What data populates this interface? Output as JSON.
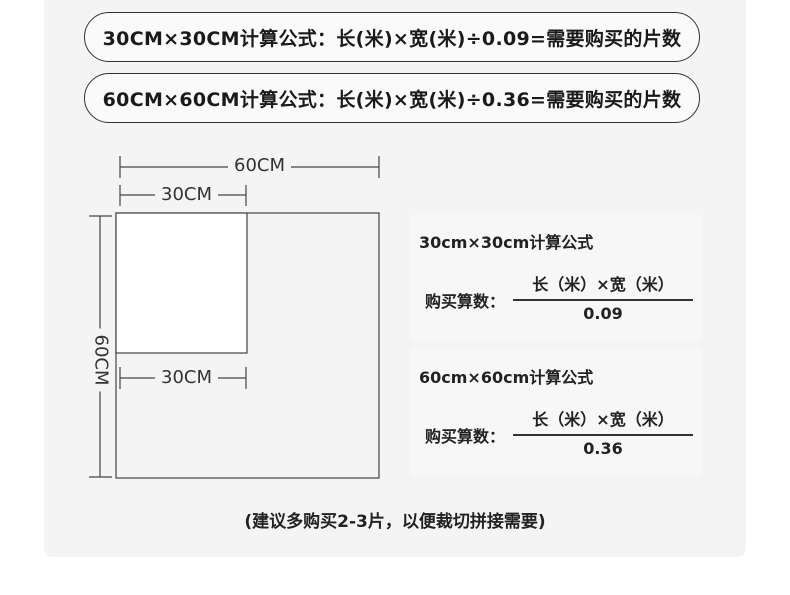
{
  "formulas": {
    "line1": "30CM×30CM计算公式：长(米)×宽(米)÷0.09=需要购买的片数",
    "line2": "60CM×60CM计算公式：长(米)×宽(米)÷0.36=需要购买的片数"
  },
  "diagram": {
    "dim_top_outer": "60CM",
    "dim_top_inner": "30CM",
    "dim_left_outer": "60CM",
    "dim_inner_bottom": "30CM"
  },
  "cards": [
    {
      "title": "30cm×30cm计算公式",
      "prefix": "购买算数：",
      "numerator": "长（米）×宽（米）",
      "denominator": "0.09"
    },
    {
      "title": "60cm×60cm计算公式",
      "prefix": "购买算数：",
      "numerator": "长（米）×宽（米）",
      "denominator": "0.36"
    }
  ],
  "footer_note": "(建议多购买2-3片，以便裁切拼接需要)",
  "colors": {
    "panel_bg": "#f4f4f4",
    "line": "#333333",
    "tile_fill": "#ffffff"
  }
}
